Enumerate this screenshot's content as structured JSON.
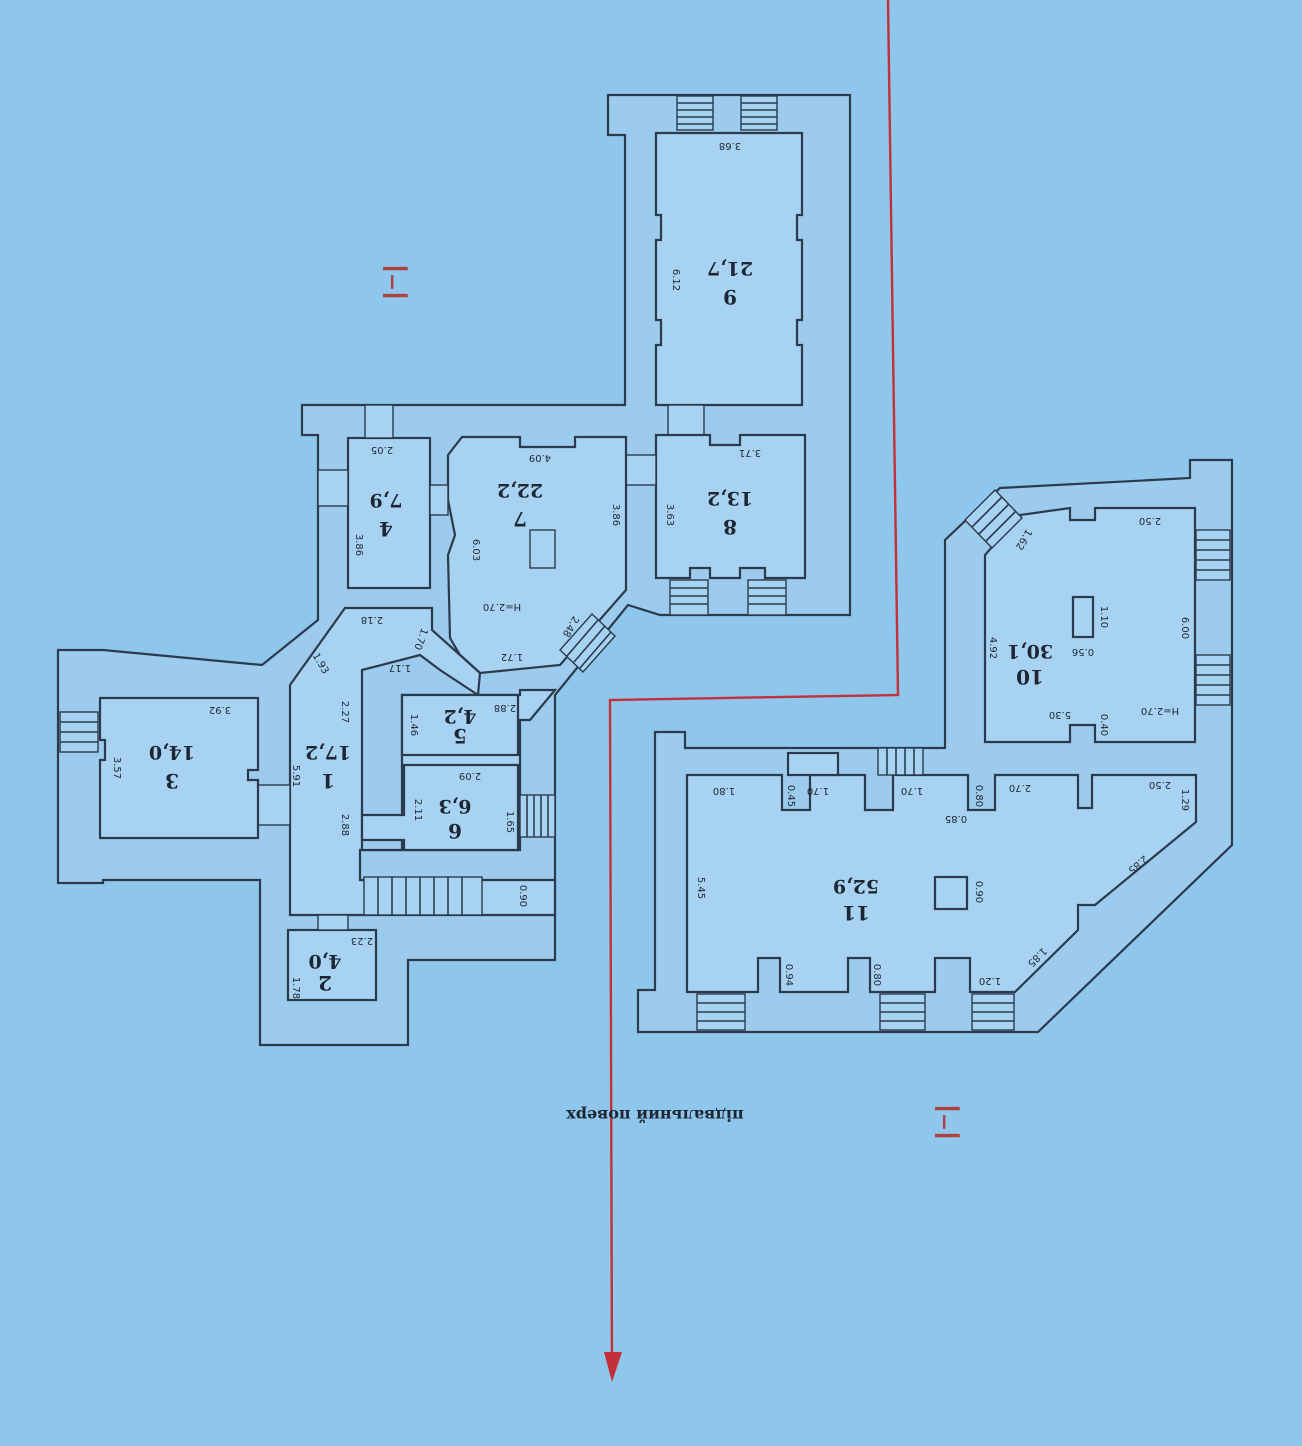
{
  "floor_caption": "підвальний поверх",
  "section_mark_upper": "I–I",
  "section_mark_lower": "I–I",
  "colors": {
    "background": "#8fc6ec",
    "section_line": "#c2303a"
  },
  "rooms": [
    {
      "num": "1",
      "area": "17,2"
    },
    {
      "num": "2",
      "area": "4,0"
    },
    {
      "num": "3",
      "area": "14,0"
    },
    {
      "num": "4",
      "area": "7,9"
    },
    {
      "num": "5",
      "area": "4,2"
    },
    {
      "num": "6",
      "area": "6,3"
    },
    {
      "num": "7",
      "area": "22,2"
    },
    {
      "num": "8",
      "area": "13,2"
    },
    {
      "num": "9",
      "area": "21,7"
    },
    {
      "num": "10",
      "area": "30,1"
    },
    {
      "num": "11",
      "area": "52,9"
    }
  ],
  "dims": {
    "r9_w": "3.68",
    "r9_h": "6.12",
    "r8_w": "3.71",
    "r8_h": "3.63",
    "r7_w": "4.09",
    "r7_h": "3.86",
    "r7_a": "6.03",
    "r7_b": "2.48",
    "r7_c": "1.72",
    "r7_hgt": "H=2.70",
    "r4_w": "2.05",
    "r4_h": "3.86",
    "r3_w": "3.92",
    "r3_h": "3.57",
    "r1_a": "1.93",
    "r1_b": "2.27",
    "r1_c": "5.91",
    "r1_d": "2.88",
    "r1_e": "1.17",
    "r1_f": "1.70",
    "r1_g": "2.18",
    "r5_w": "2.88",
    "r5_h": "1.46",
    "r6_w": "2.09",
    "r6_h": "2.11",
    "r6_d": "1.65",
    "stair_w": "0.90",
    "r2_w": "2.23",
    "r2_h": "1.78",
    "r10_w": "2.50",
    "r10_h": "6.00",
    "r10_a": "4.92",
    "r10_b": "5.30",
    "r10_c": "0.40",
    "r10_d": "1.10",
    "r10_e": "0.56",
    "r10_f": "1.62",
    "r10_hgt": "H=2.70",
    "r11_a": "1.80",
    "r11_b": "0.45",
    "r11_c": "1.70",
    "r11_d": "1.70",
    "r11_e": "0.80",
    "r11_f": "0.85",
    "r11_g": "2.70",
    "r11_h": "2.50",
    "r11_i": "1.29",
    "r11_j": "2.85",
    "r11_k": "5.45",
    "r11_l": "0.90",
    "r11_m": "1.85",
    "r11_n": "1.20",
    "r11_o": "0.80",
    "r11_p": "0.94"
  }
}
